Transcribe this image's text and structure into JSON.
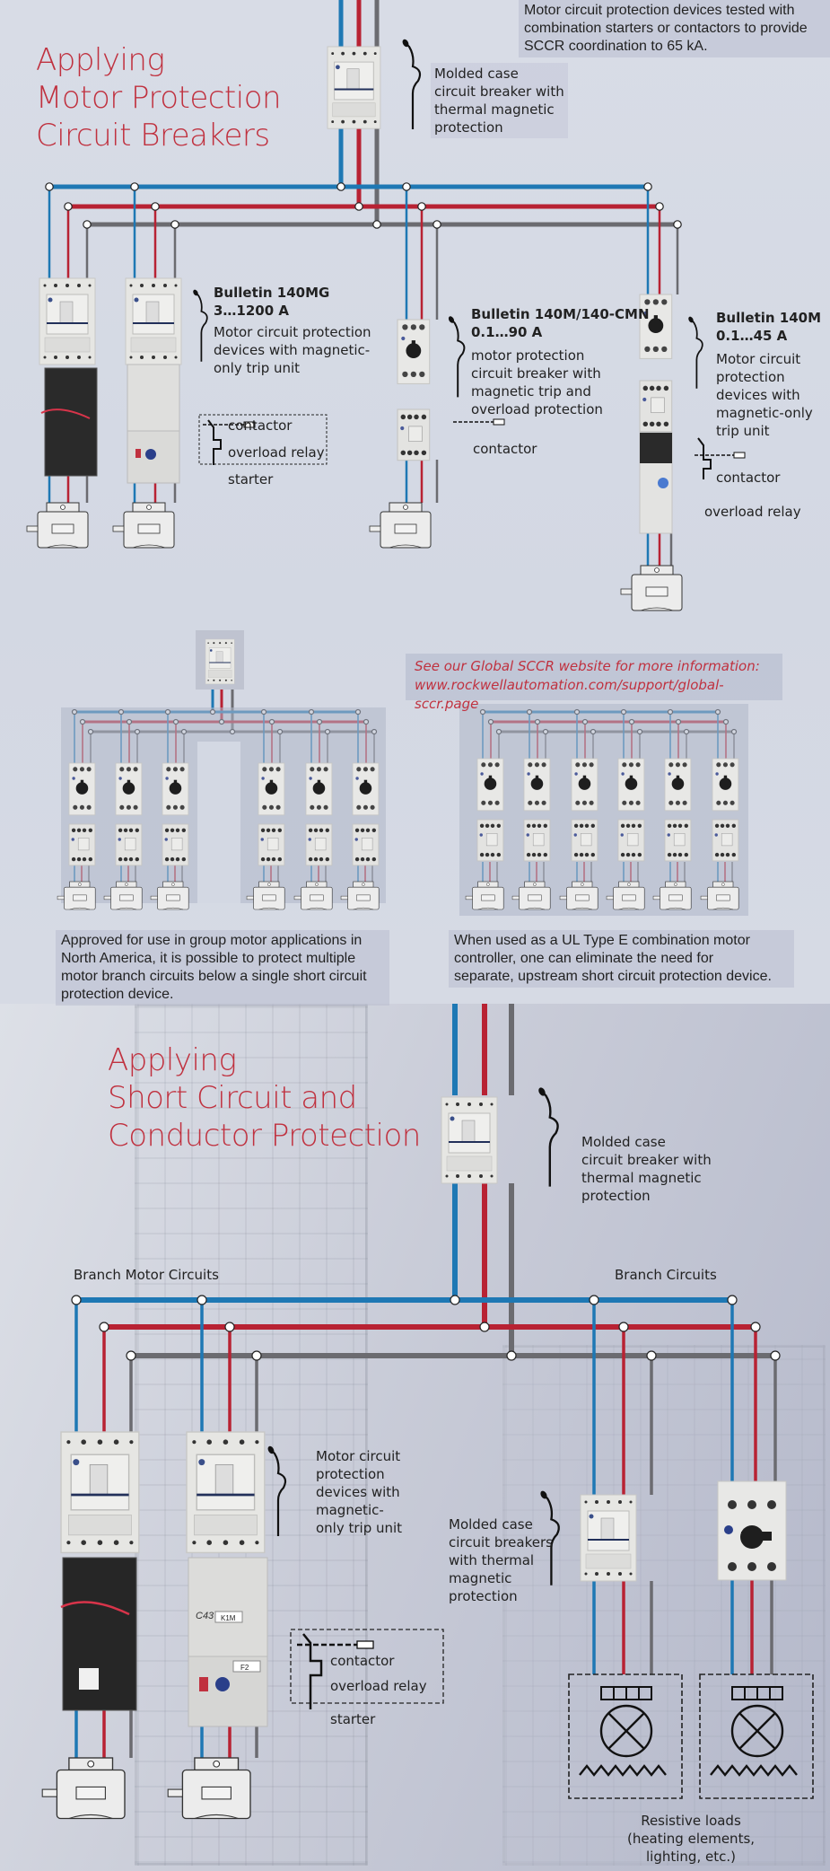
{
  "colors": {
    "phase_blue": "#1e78b4",
    "phase_red": "#b82233",
    "phase_gray": "#6b6b70",
    "title_red": "#c0313f",
    "device_body": "#e4e4e2"
  },
  "top_section": {
    "title": [
      "Applying",
      "Motor Protection",
      "Circuit Breakers"
    ],
    "intro_text": [
      "Motor circuit protection devices tested with",
      "combination starters or contactors to provide",
      "SCCR coordination to 65 kA."
    ],
    "main_breaker_label": [
      "Molded case",
      "circuit breaker with",
      "thermal magnetic",
      "protection"
    ],
    "bulletin_140mg": {
      "heading": [
        "Bulletin 140MG",
        "3…1200 A"
      ],
      "description": [
        "Motor circuit protection",
        "devices with magnetic-",
        "only trip unit"
      ],
      "legend": {
        "contactor": "contactor",
        "overload": "overload relay",
        "starter": "starter"
      }
    },
    "bulletin_140m_cmn": {
      "heading": [
        "Bulletin 140M/140-CMN",
        "0.1…90 A"
      ],
      "description": [
        "motor protection",
        "circuit breaker with",
        "magnetic trip and",
        "overload protection"
      ],
      "contactor": "contactor"
    },
    "bulletin_140m": {
      "heading": [
        "Bulletin 140M",
        "0.1…45 A"
      ],
      "description": [
        "Motor circuit",
        "protection",
        "devices with",
        "magnetic-only",
        "trip unit"
      ],
      "contactor": "contactor",
      "overload": "overload relay"
    }
  },
  "middle_section": {
    "link_heading": "See our Global SCCR website for more information:",
    "link_url": "www.rockwellautomation.com/support/global-sccr.page",
    "group_motor_text": [
      "Approved for use in group motor applications in",
      "North America, it is possible to protect multiple",
      "motor branch circuits below a single short circuit",
      "protection device."
    ],
    "type_e_text": [
      "When used as a UL Type E combination motor",
      "controller, one can eliminate the need for",
      "separate, upstream short circuit protection device."
    ],
    "group_motor_count": 6,
    "type_e_count": 6
  },
  "bottom_section": {
    "title": [
      "Applying",
      "Short Circuit and",
      "Conductor Protection"
    ],
    "main_breaker_label": [
      "Molded case",
      "circuit breaker with",
      "thermal magnetic",
      "protection"
    ],
    "branch_motor_label": "Branch Motor Circuits",
    "branch_label": "Branch Circuits",
    "motor_devices_label": [
      "Motor circuit",
      "protection",
      "devices with",
      "magnetic-",
      "only trip unit"
    ],
    "branch_breakers_label": [
      "Molded case",
      "circuit breakers",
      "with thermal",
      "magnetic",
      "protection"
    ],
    "legend": {
      "contactor": "contactor",
      "overload": "overload relay",
      "starter": "starter"
    },
    "resistive_label": [
      "Resistive loads",
      "(heating elements,",
      "lighting, etc.)"
    ],
    "device_markings": {
      "contactor_model": "C43",
      "contactor_tag": "K1M",
      "overload_tag": "F2"
    }
  }
}
